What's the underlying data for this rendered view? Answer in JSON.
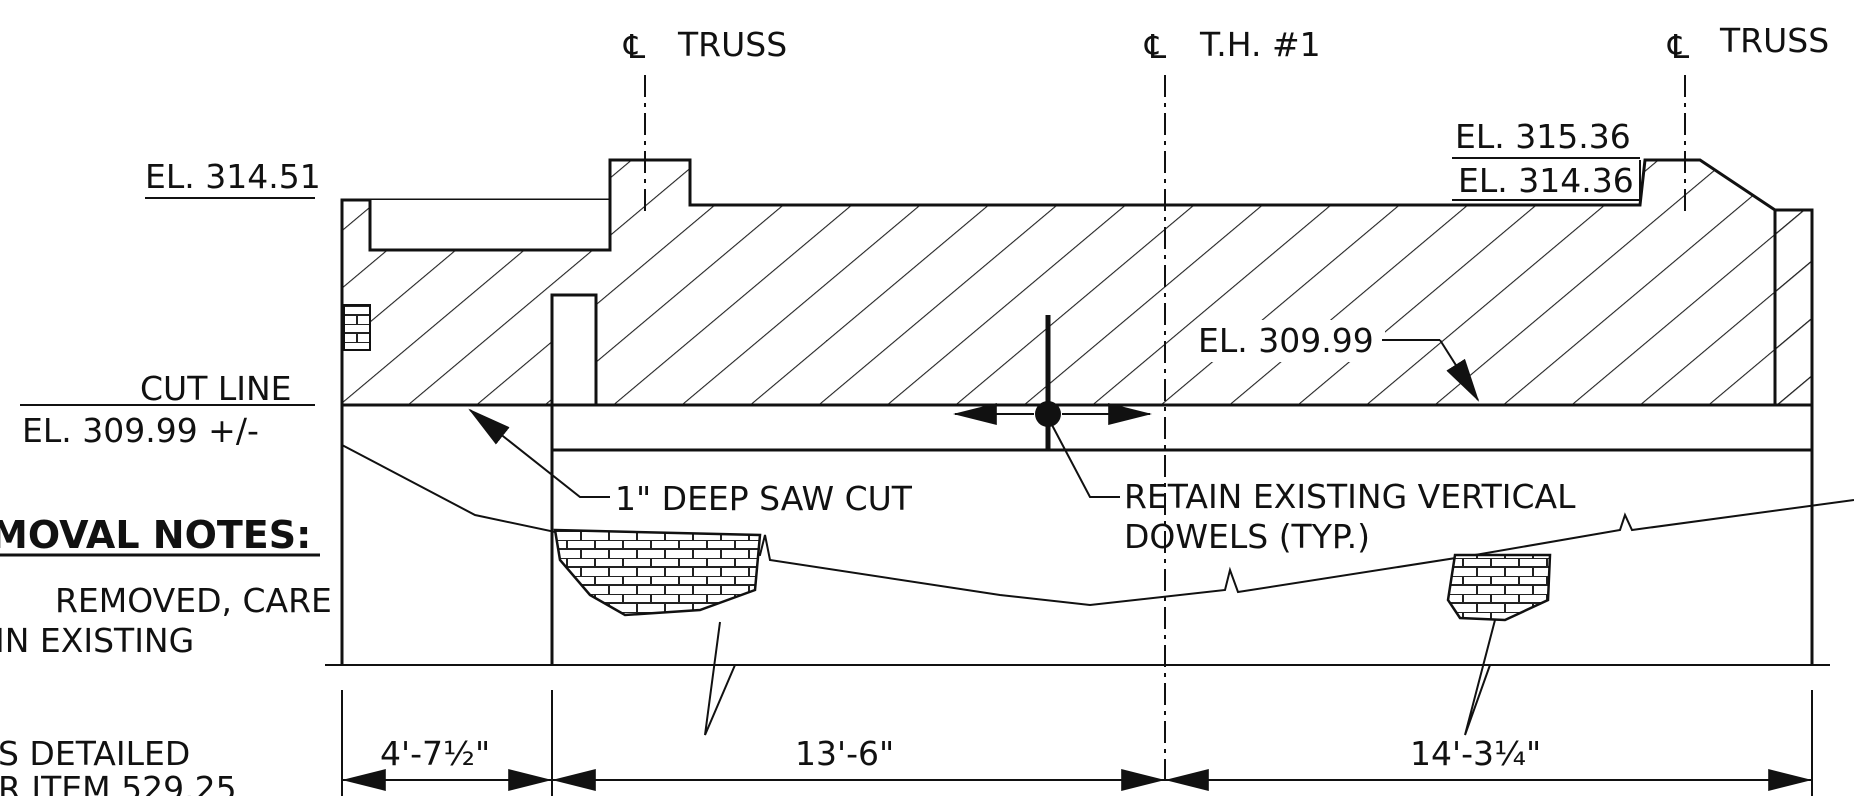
{
  "centerlines": {
    "truss_left": "TRUSS",
    "th1": "T.H. #1",
    "truss_right": "TRUSS",
    "symbol": "℄"
  },
  "elevations": {
    "left_top": "EL. 314.51",
    "right_upper": "EL. 315.36",
    "right_lower": "EL. 314.36",
    "mid": "EL. 309.99"
  },
  "cut_line": {
    "label": "CUT LINE",
    "elevation": "EL. 309.99 +/-"
  },
  "callouts": {
    "saw_cut": "1\" DEEP SAW CUT",
    "retain_line1": "RETAIN EXISTING VERTICAL",
    "retain_line2": "DOWELS (TYP.)"
  },
  "notes": {
    "heading": "MOVAL NOTES:",
    "line1": "REMOVED, CARE",
    "line2": "IN EXISTING",
    "line3": "S DETAILED",
    "line4": "R ITEM 529.25"
  },
  "dimensions": {
    "d1": "4'-7½\"",
    "d2": "13'-6\"",
    "d3": "14'-3¼\""
  }
}
